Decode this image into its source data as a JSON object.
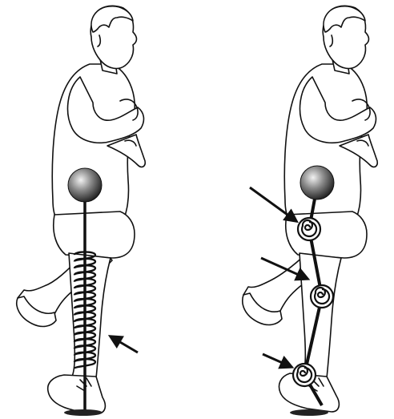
{
  "figure": {
    "panels": [
      {
        "id": "left",
        "model": "spring-mass",
        "arrow_count": 1
      },
      {
        "id": "right",
        "model": "torsional-springs",
        "arrow_count": 3
      }
    ],
    "colors": {
      "ink": "#111111",
      "figure_fill": "#ffffff",
      "mass_light": "#f2f2f2",
      "mass_dark": "#1a1a1a"
    }
  }
}
